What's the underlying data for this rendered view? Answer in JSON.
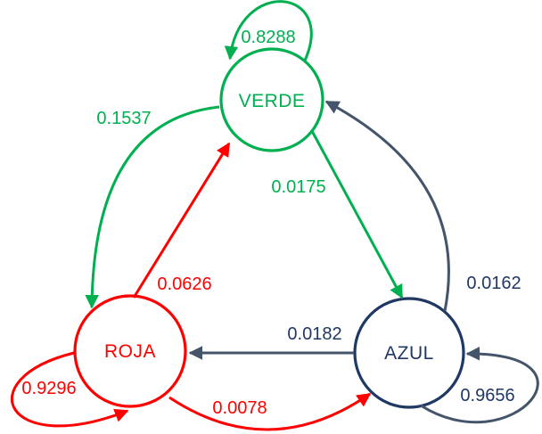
{
  "diagram": {
    "type": "markov-chain-state-diagram",
    "states": {
      "verde": {
        "label": "VERDE",
        "color": "#00B050",
        "self_prob": "0.8288"
      },
      "roja": {
        "label": "ROJA",
        "color": "#FF0000",
        "self_prob": "0.9296"
      },
      "azul": {
        "label": "AZUL",
        "color": "#1F3864",
        "self_prob": "0.9656"
      }
    },
    "edges": {
      "verde_roja": {
        "from": "VERDE",
        "to": "ROJA",
        "label": "0.1537"
      },
      "roja_verde": {
        "from": "ROJA",
        "to": "VERDE",
        "label": "0.0626"
      },
      "verde_azul": {
        "from": "VERDE",
        "to": "AZUL",
        "label": "0.0175"
      },
      "azul_verde": {
        "from": "AZUL",
        "to": "VERDE",
        "label": "0.0162"
      },
      "azul_roja": {
        "from": "AZUL",
        "to": "ROJA",
        "label": "0.0182"
      },
      "roja_azul": {
        "from": "ROJA",
        "to": "AZUL",
        "label": "0.0078"
      }
    },
    "colors": {
      "green": "#00B050",
      "red": "#FF0000",
      "navy": "#1F3864",
      "slate": "#44546A",
      "background": "#FFFFFF"
    }
  }
}
